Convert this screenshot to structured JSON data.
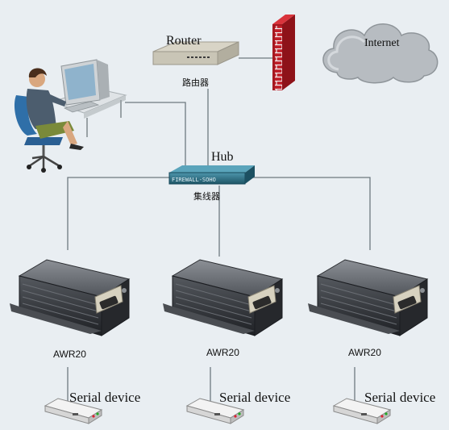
{
  "nodes": {
    "router": {
      "label": "Router",
      "sublabel": "路由器"
    },
    "internet": {
      "label": "Internet"
    },
    "hub": {
      "label": "Hub",
      "sublabel": "集线器",
      "faceplate": "FIREWALL-SOHO"
    },
    "awr": [
      {
        "label": "AWR20"
      },
      {
        "label": "AWR20"
      },
      {
        "label": "AWR20"
      }
    ],
    "serial": [
      {
        "label": "Serial device"
      },
      {
        "label": "Serial device"
      },
      {
        "label": "Serial device"
      }
    ]
  },
  "colors": {
    "background": "#e9eef2",
    "wire": "#6e7a80",
    "cloud": "#b7bcc1",
    "firewall_brick": "#c0202a",
    "hub_body": "#2c6f86",
    "awr_body": "#3a3c40"
  },
  "icons": {
    "router": "router-icon",
    "firewall": "firewall-icon",
    "internet": "cloud-icon",
    "workstation": "user-workstation-icon",
    "hub": "hub-icon",
    "awr": "serial-server-icon",
    "serial": "serial-device-icon"
  }
}
